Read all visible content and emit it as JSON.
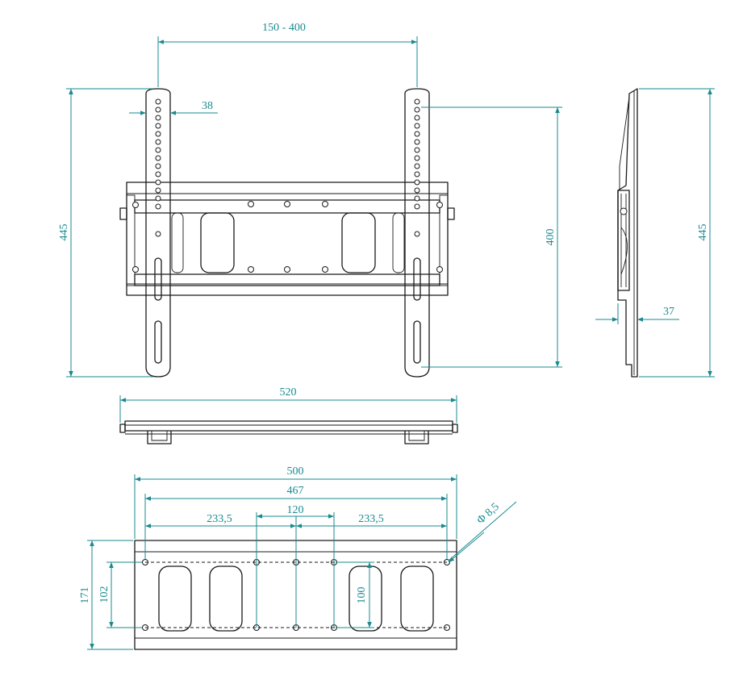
{
  "colors": {
    "dimension": "#1a8a8f",
    "outline": "#1a1a1a",
    "background": "#ffffff"
  },
  "front_view": {
    "hole_spacing_label": "150 - 400",
    "rail_width_label": "38",
    "overall_height_label": "445",
    "hole_range_label": "400"
  },
  "side_view": {
    "overall_height_label": "445",
    "depth_label": "37"
  },
  "top_view": {
    "overall_width_label": "520"
  },
  "wall_plate": {
    "overall_width_label": "500",
    "hole_span_label": "467",
    "left_offset_label": "233,5",
    "center_spacing_label": "120",
    "right_offset_label": "233,5",
    "hole_diameter_label": "Φ 8,5",
    "overall_height_label": "171",
    "hole_height_label": "102",
    "center_height_label": "100"
  }
}
